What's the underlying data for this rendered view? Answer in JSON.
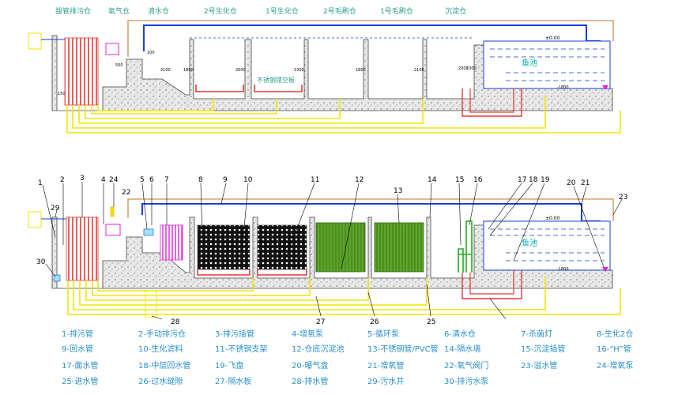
{
  "top_section": {
    "tank_labels": [
      "拔管排污仓",
      "氧气仓",
      "清水仓",
      "2号生化仓",
      "1号生化仓",
      "2号毛刷仓",
      "1号毛刷仓",
      "沉淀仓"
    ],
    "fish_pond_label": "鱼池",
    "level_top": "±0.00",
    "level_bottom": "-1800",
    "stainless_label": "不锈钢镂空板",
    "dims": [
      "500",
      "100",
      "2100",
      "1800",
      "2000",
      "1300",
      "1800",
      "2100",
      "2000",
      "1300",
      "150"
    ]
  },
  "bottom_section": {
    "callouts": [
      "1",
      "2",
      "3",
      "4",
      "24",
      "22",
      "5",
      "6",
      "7",
      "8",
      "9",
      "10",
      "11",
      "12",
      "13",
      "14",
      "15",
      "16",
      "17",
      "18",
      "19",
      "20",
      "21",
      "23",
      "29",
      "30",
      "28",
      "27",
      "26",
      "25"
    ],
    "fish_pond_label": "鱼池",
    "level_top": "±0.00",
    "level_bottom": "-1800"
  },
  "legend": [
    "1-排污管",
    "2-手动排污仓",
    "3-排污插管",
    "4-增氧泵",
    "5-循环泵",
    "6-清水仓",
    "7-杀菌灯",
    "8-生化2仓",
    "9-回水管",
    "10-生化滤料",
    "11-不锈钢支架",
    "12-仓底沉淀池",
    "13-不锈钢管/PVC管",
    "14-隔水墙",
    "15-沉淀插管",
    "16-“H”管",
    "17-面水管",
    "18-中层回水管",
    "19-飞盘",
    "20-曝气盘",
    "21-增氧管",
    "22-氧气阀门",
    "23-溢水管",
    "24-增氧泵",
    "25-进水管",
    "26-过水缝隙",
    "27-隔水板",
    "28-排水管",
    "29-污水井",
    "30-排污水泵"
  ],
  "colors": {
    "water_pipe": "#1a3fd1",
    "return_pipe": "#d4a373",
    "yellow_pipe": "#f2e600",
    "red_pipe": "#e53935",
    "green_media": "#4c8a1f",
    "wall_fill": "#cfcfcf",
    "label_teal": "#2a9d8f",
    "legend_blue": "#2a8fc9",
    "magenta": "#e020e0"
  }
}
